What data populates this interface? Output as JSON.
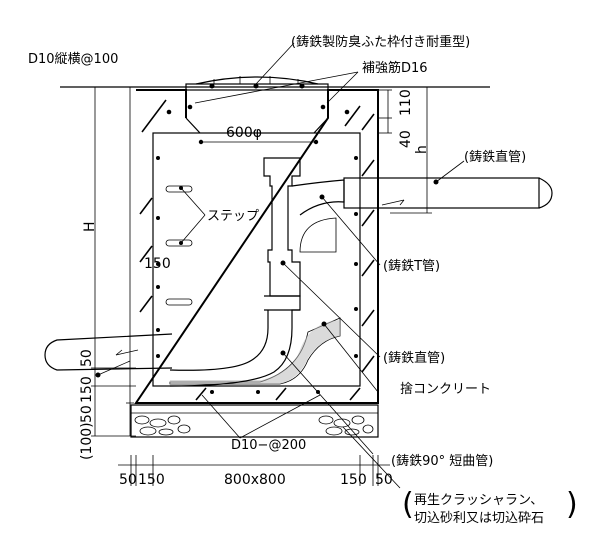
{
  "labels": {
    "rebar_top": "D10縦横@100",
    "cover": "(鋳鉄製防臭ふた枠付き耐重型)",
    "reinforcement": "補強筋D16",
    "inner_dia": "600φ",
    "pipe_right": "(鋳鉄直管)",
    "step": "ステップ",
    "t_pipe": "(鋳鉄T管)",
    "straight_pipe": "(鋳鉄直管)",
    "concrete": "捨コンクリート",
    "rebar_bottom": "D10−@200",
    "elbow": "(鋳鉄90° 短曲管)",
    "gravel_open": "(",
    "gravel_line1": "再生クラッシャラン、",
    "gravel_line2": "切込砂利又は切込砕石",
    "gravel_close": ")"
  },
  "dims": {
    "H": "H",
    "h": "h",
    "d110": "110",
    "d40": "40",
    "d150_left": "150",
    "d50_left": "50",
    "d150_left2": "150",
    "d50_left2": "50",
    "d100": "(100)",
    "b50_l": "50",
    "b150_l": "150",
    "b800": "800x800",
    "b150_r": "150",
    "b50_r": "50"
  }
}
